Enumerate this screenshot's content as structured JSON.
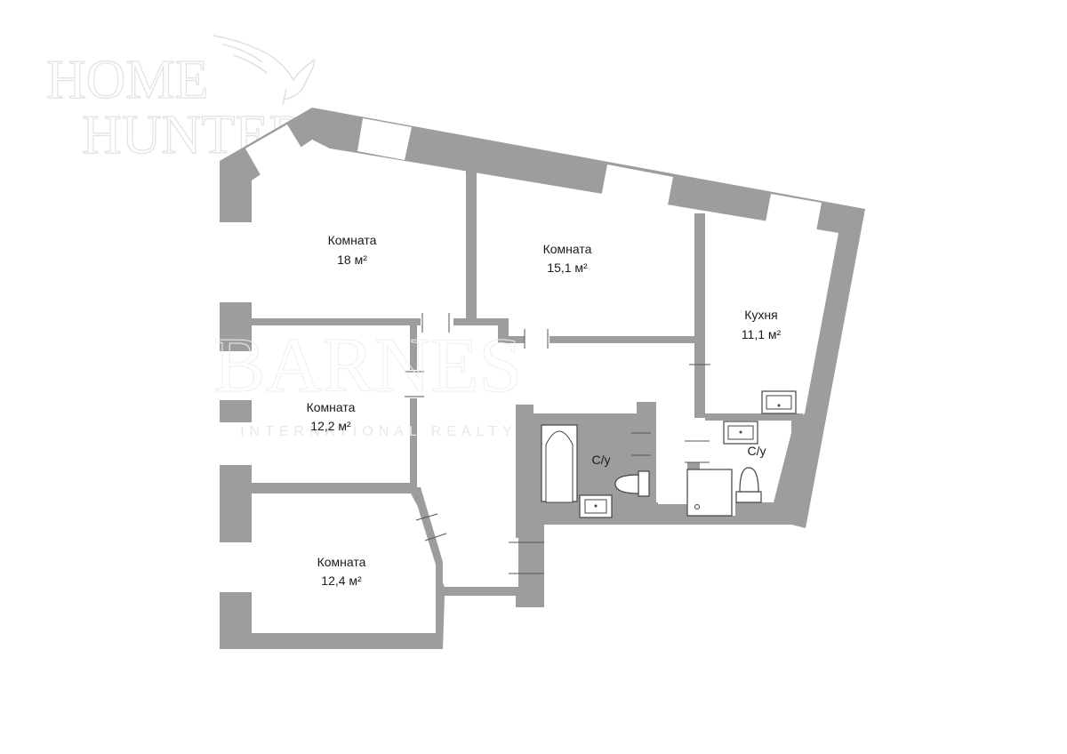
{
  "watermark": {
    "brand_line1": "HOME",
    "brand_line2": "HUNTER",
    "overlay_line": "BARNES",
    "overlay_tagline": "INTERNATIONAL REALTY"
  },
  "colors": {
    "wall": "#9d9d9d",
    "wall_dark": "#7a7a7a",
    "floor": "#ffffff",
    "window": "#ffffff",
    "text": "#1a1a1a"
  },
  "rooms": [
    {
      "id": "room-1",
      "name": "Комната",
      "area": "18 м²"
    },
    {
      "id": "room-2",
      "name": "Комната",
      "area": "15,1 м²"
    },
    {
      "id": "kitchen",
      "name": "Кухня",
      "area": "11,1 м²"
    },
    {
      "id": "room-3",
      "name": "Комната",
      "area": "12,2 м²"
    },
    {
      "id": "room-4",
      "name": "Комната",
      "area": "12,4 м²"
    },
    {
      "id": "bathroom-1",
      "name": "С/у",
      "area": ""
    },
    {
      "id": "bathroom-2",
      "name": "С/у",
      "area": ""
    }
  ]
}
